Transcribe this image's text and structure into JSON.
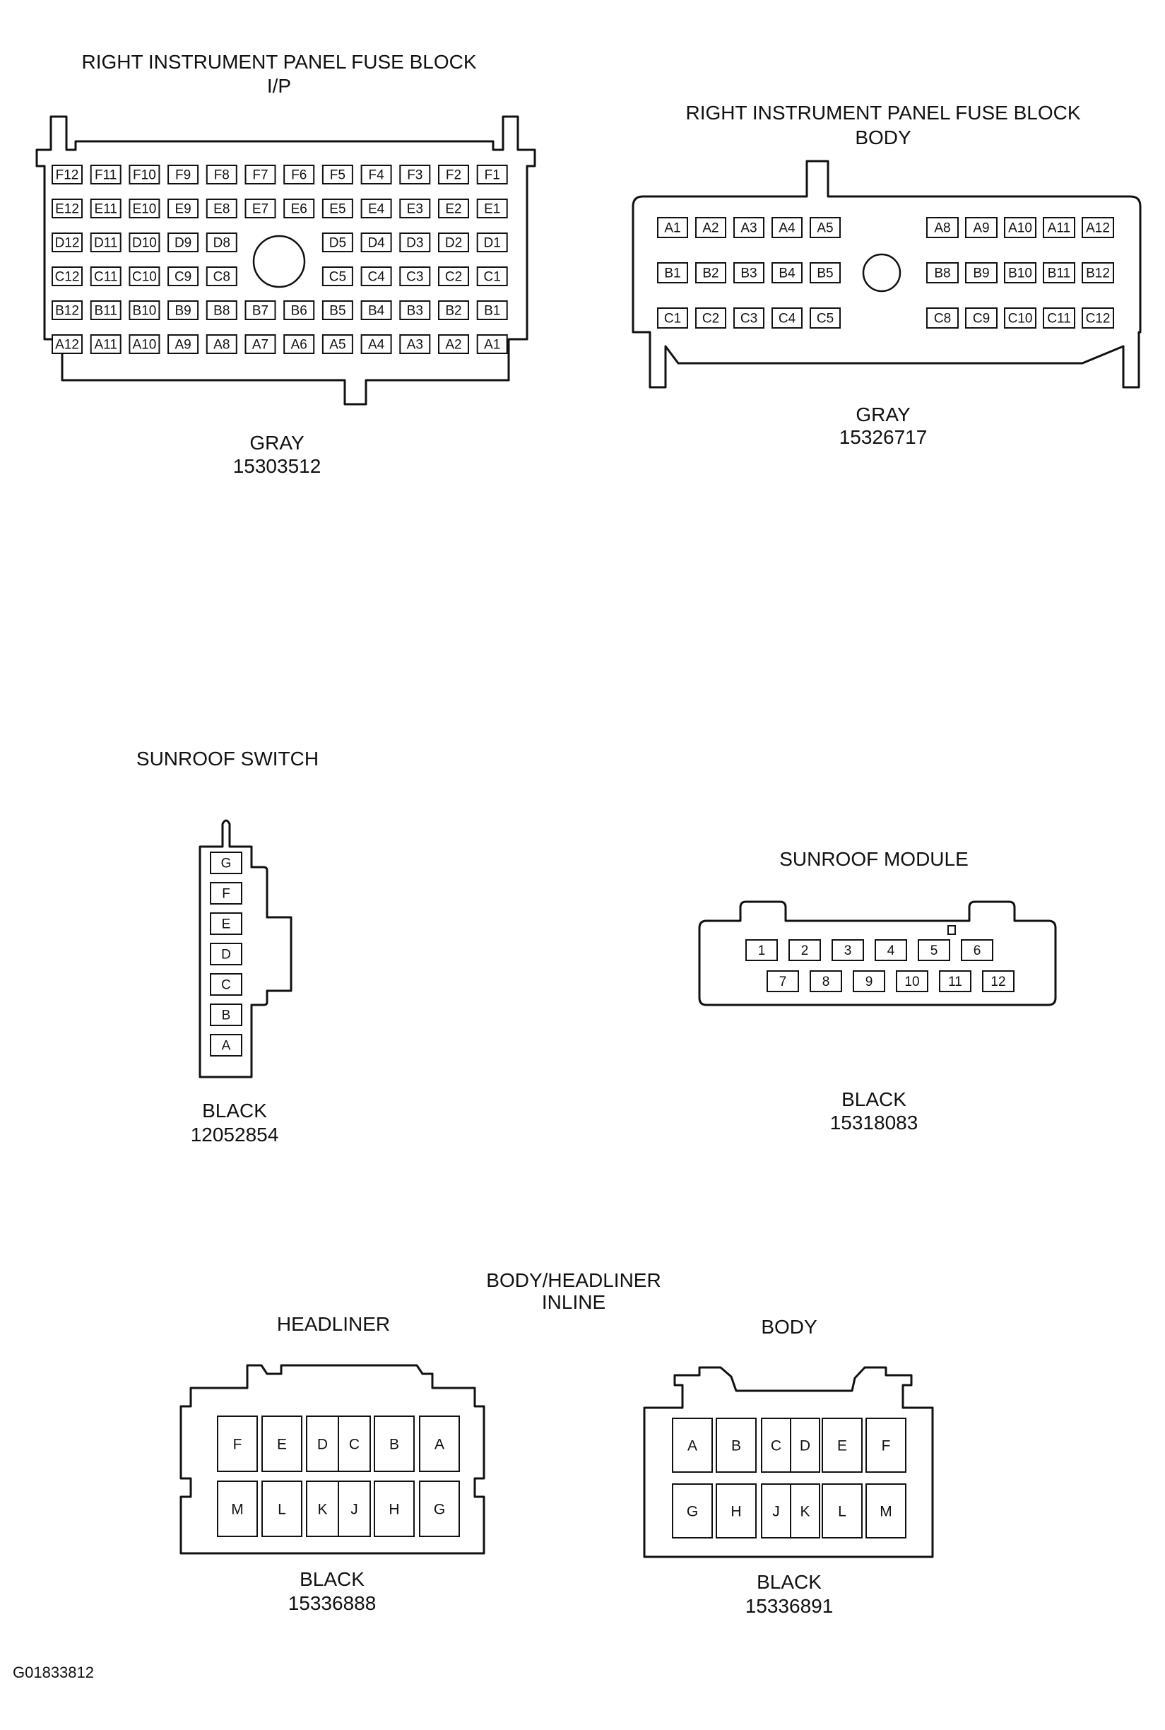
{
  "connectors": {
    "ip": {
      "title_line1": "RIGHT INSTRUMENT PANEL FUSE BLOCK",
      "title_line2": "I/P",
      "color": "GRAY",
      "part": "15303512",
      "rows": [
        [
          "F12",
          "F11",
          "F10",
          "F9",
          "F8",
          "F7",
          "F6",
          "F5",
          "F4",
          "F3",
          "F2",
          "F1"
        ],
        [
          "E12",
          "E11",
          "E10",
          "E9",
          "E8",
          "E7",
          "E6",
          "E5",
          "E4",
          "E3",
          "E2",
          "E1"
        ],
        [
          "D12",
          "D11",
          "D10",
          "D9",
          "D8",
          "",
          "",
          "D5",
          "D4",
          "D3",
          "D2",
          "D1"
        ],
        [
          "C12",
          "C11",
          "C10",
          "C9",
          "C8",
          "",
          "",
          "C5",
          "C4",
          "C3",
          "C2",
          "C1"
        ],
        [
          "B12",
          "B11",
          "B10",
          "B9",
          "B8",
          "B7",
          "B6",
          "B5",
          "B4",
          "B3",
          "B2",
          "B1"
        ],
        [
          "A12",
          "A11",
          "A10",
          "A9",
          "A8",
          "A7",
          "A6",
          "A5",
          "A4",
          "A3",
          "A2",
          "A1"
        ]
      ]
    },
    "body_fuse": {
      "title_line1": "RIGHT INSTRUMENT PANEL FUSE BLOCK",
      "title_line2": "BODY",
      "color": "GRAY",
      "part": "15326717",
      "left_rows": [
        [
          "A1",
          "A2",
          "A3",
          "A4",
          "A5"
        ],
        [
          "B1",
          "B2",
          "B3",
          "B4",
          "B5"
        ],
        [
          "C1",
          "C2",
          "C3",
          "C4",
          "C5"
        ]
      ],
      "right_rows": [
        [
          "A8",
          "A9",
          "A10",
          "A11",
          "A12"
        ],
        [
          "B8",
          "B9",
          "B10",
          "B11",
          "B12"
        ],
        [
          "C8",
          "C9",
          "C10",
          "C11",
          "C12"
        ]
      ]
    },
    "sunroof_switch": {
      "title": "SUNROOF SWITCH",
      "color": "BLACK",
      "part": "12052854",
      "pins": [
        "G",
        "F",
        "E",
        "D",
        "C",
        "B",
        "A"
      ]
    },
    "sunroof_module": {
      "title": "SUNROOF MODULE",
      "color": "BLACK",
      "part": "15318083",
      "row1": [
        "1",
        "2",
        "3",
        "4",
        "5",
        "6"
      ],
      "row2": [
        "7",
        "8",
        "9",
        "10",
        "11",
        "12"
      ]
    },
    "inline": {
      "title_line1": "BODY/HEADLINER",
      "title_line2": "INLINE",
      "headliner": {
        "title": "HEADLINER",
        "color": "BLACK",
        "part": "15336888",
        "row1": [
          "F",
          "E",
          "D",
          "C",
          "B",
          "A"
        ],
        "row2": [
          "M",
          "L",
          "K",
          "J",
          "H",
          "G"
        ]
      },
      "body": {
        "title": "BODY",
        "color": "BLACK",
        "part": "15336891",
        "row1": [
          "A",
          "B",
          "C",
          "D",
          "E",
          "F"
        ],
        "row2": [
          "G",
          "H",
          "J",
          "K",
          "L",
          "M"
        ]
      }
    }
  },
  "figure_id": "G01833812"
}
